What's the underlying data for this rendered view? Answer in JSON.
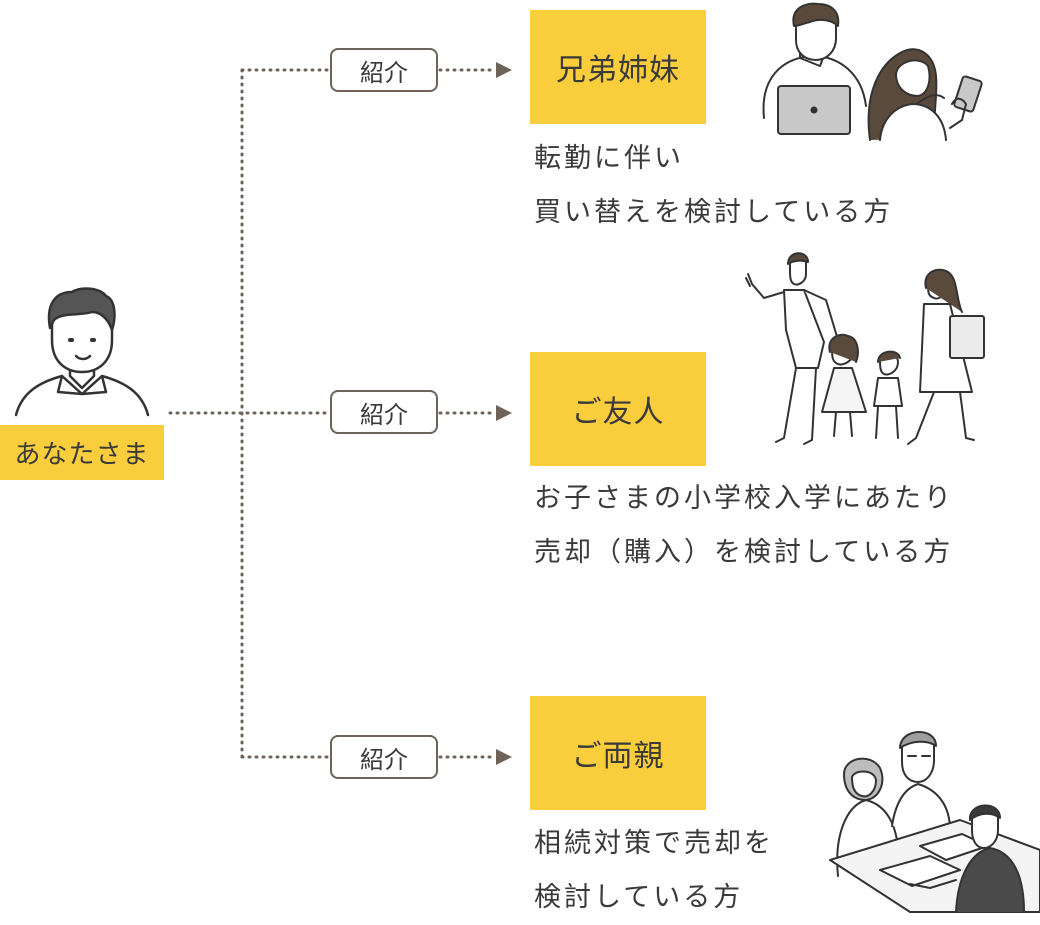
{
  "colors": {
    "accent": "#f9cd3c",
    "line": "#6e6359",
    "text": "#3a3a3a"
  },
  "you": {
    "label": "あなたさま",
    "icon": "man-avatar-icon"
  },
  "branches": [
    {
      "connector": "紹介",
      "target": "兄弟姉妹",
      "desc_lines": [
        "転勤に伴い",
        "買い替えを検討している方"
      ],
      "illustration": "couple-laptop-icon"
    },
    {
      "connector": "紹介",
      "target": "ご友人",
      "desc_lines": [
        "お子さまの小学校入学にあたり",
        "売却（購入）を検討している方"
      ],
      "illustration": "family-walking-icon"
    },
    {
      "connector": "紹介",
      "target": "ご両親",
      "desc_lines": [
        "相続対策で売却を",
        "検討している方"
      ],
      "illustration": "senior-couple-meeting-icon"
    }
  ]
}
